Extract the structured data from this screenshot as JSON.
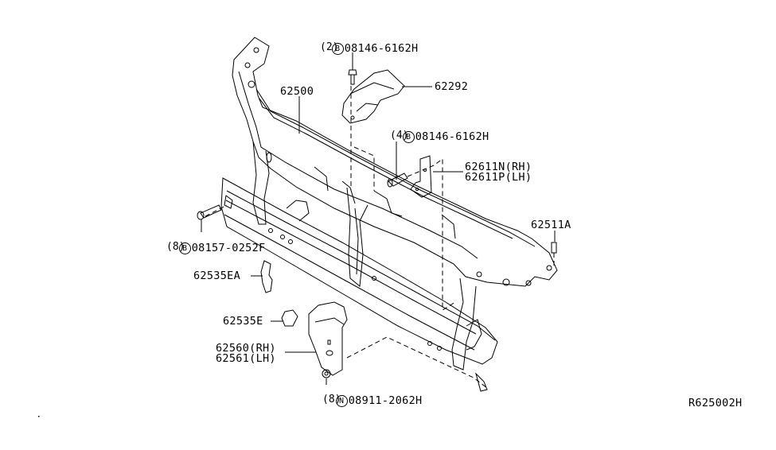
{
  "diagram": {
    "title": "Radiator core support assembly",
    "reference_code": "R625002H",
    "parts": [
      {
        "id": "62500",
        "label": "62500"
      },
      {
        "id": "62292",
        "label": "62292"
      },
      {
        "id": "62611N",
        "label": "62611N(RH)"
      },
      {
        "id": "62611P",
        "label": "62611P(LH)"
      },
      {
        "id": "62511A",
        "label": "62511A"
      },
      {
        "id": "62535EA",
        "label": "62535EA"
      },
      {
        "id": "62535E",
        "label": "62535E"
      },
      {
        "id": "62560",
        "label": "62560(RH)"
      },
      {
        "id": "62561",
        "label": "62561(LH)"
      }
    ],
    "fasteners": [
      {
        "badge": "B",
        "part_no": "08146-6162H",
        "qty": "(2)"
      },
      {
        "badge": "B",
        "part_no": "08146-6162H",
        "qty": "(4)"
      },
      {
        "badge": "B",
        "part_no": "08157-0252F",
        "qty": "(8)"
      },
      {
        "badge": "N",
        "part_no": "08911-2062H",
        "qty": "(8)"
      }
    ]
  }
}
